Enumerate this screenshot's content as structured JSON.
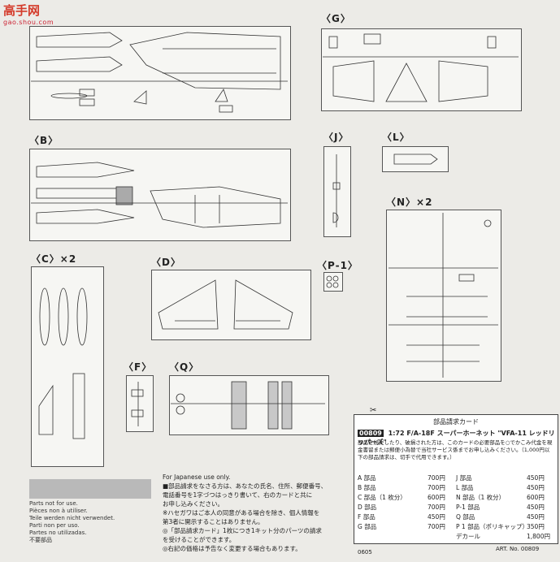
{
  "logo": {
    "main": "高手网",
    "sub": "gao.shou.com"
  },
  "sections": {
    "G": "〈G〉",
    "B": "〈B〉",
    "J": "〈J〉",
    "L": "〈L〉",
    "N": "〈N〉×2",
    "C": "〈C〉×2",
    "D": "〈D〉",
    "P1": "〈P-1〉",
    "F": "〈F〉",
    "Q": "〈Q〉"
  },
  "parts_not_for_use": [
    "Parts not for use.",
    "Pièces non à utiliser.",
    "Teile werden nicht verwendet.",
    "Parti non per uso.",
    "Partes no utilizadas.",
    "不要部品"
  ],
  "japanese_use": {
    "heading": "For Japanese use only.",
    "lines": [
      "■部品請求をなさる方は、あなたの氏名、住所、郵便番号、",
      "電話番号を1字づつはっきり書いて、右のカードと共に",
      "お申し込みください。",
      "※ハセガワはご本人の同意がある場合を除き、個人情報を",
      "第3者に開示することはありません。",
      "◎「部品請求カード」1枚につき1キット分のパーツの請求",
      "を受けることができます。",
      "◎右記の価格は予告なく変更する場合もあります。"
    ]
  },
  "card": {
    "title": "部品請求カード",
    "code": "00809",
    "scale": "1:72",
    "kit_name": "F/A-18F スーパーホーネット \"VFA-11 レッドリッパーズ\"",
    "note": "部品を紛失したり、破損された方は、このカードの必要部品を○でかこみ代金を現金書留または郵便小為替で当社サービス係までお申し込みください。（1,000円以下の部品請求は、切手で代用できます。）",
    "prices": [
      {
        "label": "A 部品",
        "value": "700円"
      },
      {
        "label": "B 部品",
        "value": "700円"
      },
      {
        "label": "C 部品（1 枚分）",
        "value": "600円"
      },
      {
        "label": "D 部品",
        "value": "700円"
      },
      {
        "label": "F 部品",
        "value": "450円"
      },
      {
        "label": "G 部品",
        "value": "700円"
      },
      {
        "label": "J 部品",
        "value": "450円"
      },
      {
        "label": "L 部品",
        "value": "450円"
      },
      {
        "label": "N 部品（1 枚分）",
        "value": "600円"
      },
      {
        "label": "P-1 部品",
        "value": "450円"
      },
      {
        "label": "Q 部品",
        "value": "450円"
      },
      {
        "label": "P 1 部品（ポリキャップ）",
        "value": "350円"
      },
      {
        "label": "デカール",
        "value": "1,800円"
      }
    ]
  },
  "footer": {
    "left": "0605",
    "right": "ART. No. 00809"
  },
  "colors": {
    "accent": "#d43b2b",
    "line": "#333333"
  }
}
